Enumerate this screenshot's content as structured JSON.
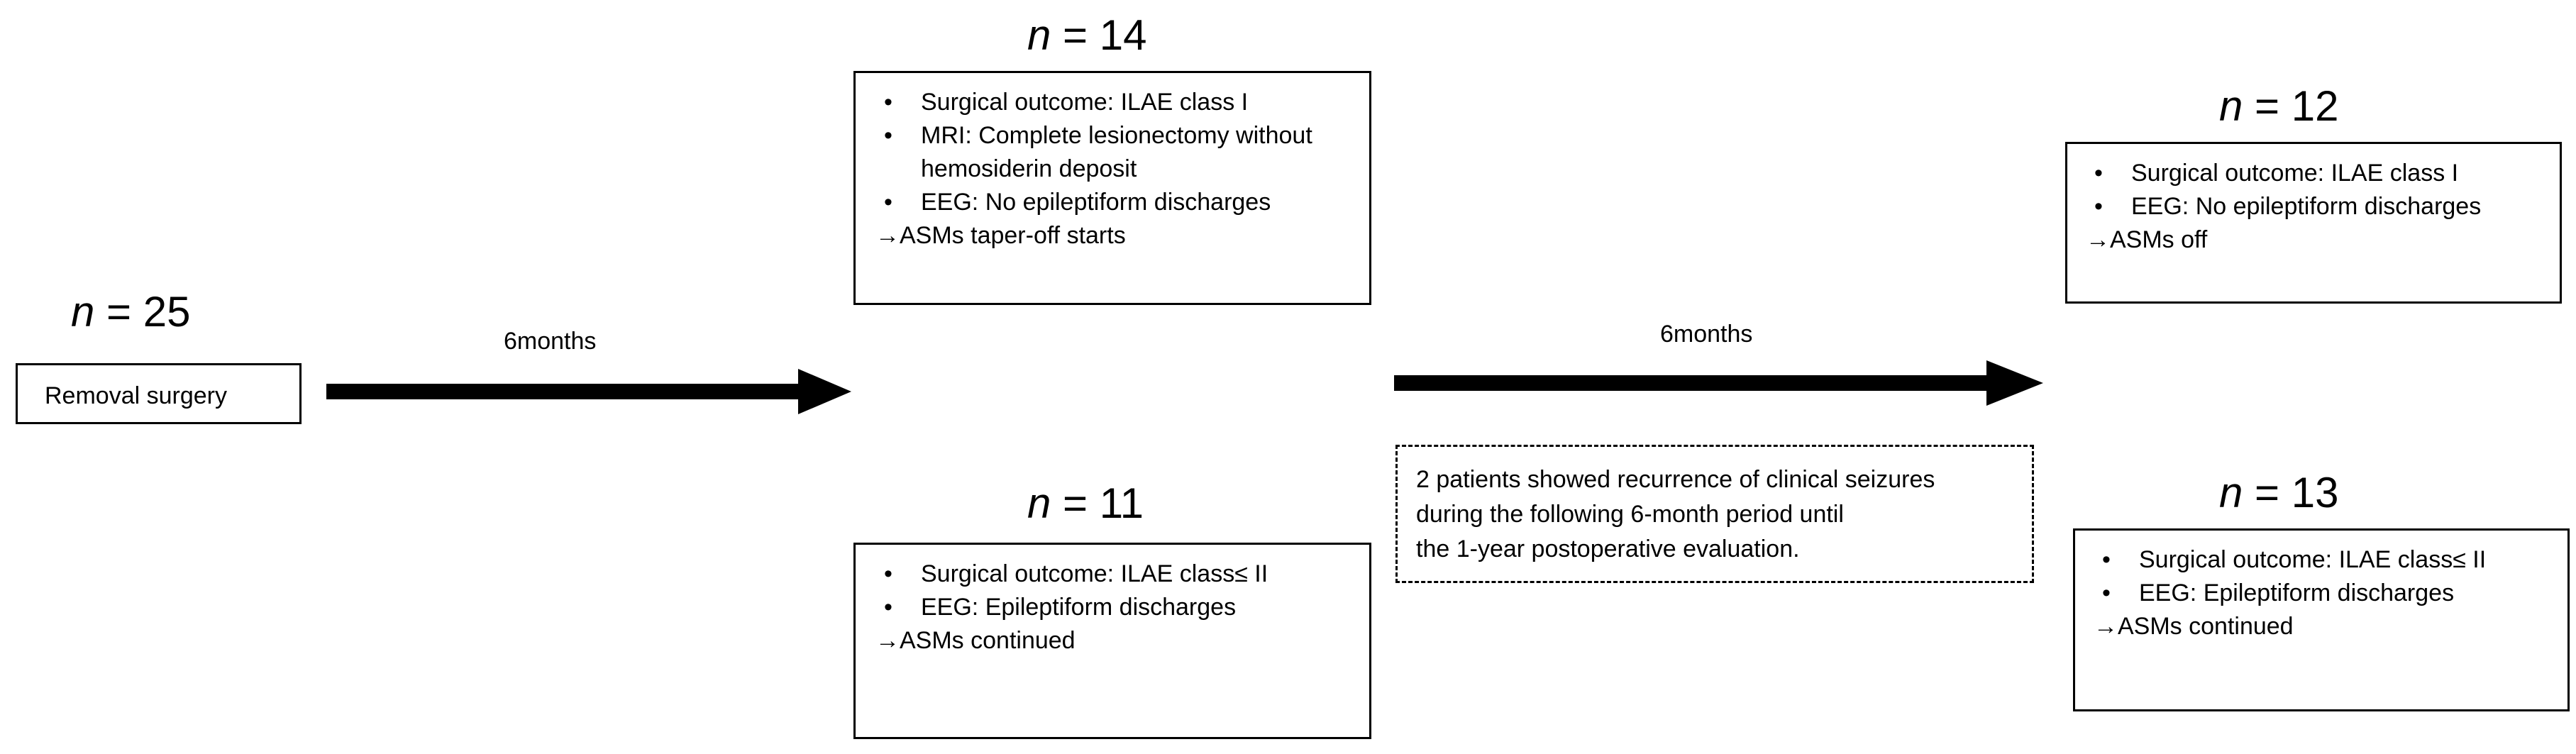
{
  "start": {
    "n_symbol": "n",
    "n_rest": " = 25",
    "label": "Removal surgery"
  },
  "arrow1": {
    "label": "6months"
  },
  "arrow2": {
    "label": "6months"
  },
  "group_taper": {
    "n_symbol": "n",
    "n_rest": " = 14",
    "items": [
      "Surgical outcome: ILAE class I",
      "MRI: Complete lesionectomy without hemosiderin deposit",
      "EEG: No epileptiform discharges"
    ],
    "result": "→ASMs taper-off starts"
  },
  "group_continue": {
    "n_symbol": "n",
    "n_rest": " = 11",
    "items": [
      "Surgical outcome: ILAE class≤ II",
      "EEG: Epileptiform discharges"
    ],
    "result": "→ASMs continued"
  },
  "recurrence_note": {
    "lines": [
      "2 patients showed recurrence of clinical seizures",
      "during the following 6-month period until",
      "the 1-year postoperative evaluation."
    ]
  },
  "final_off": {
    "n_symbol": "n",
    "n_rest": " = 12",
    "items": [
      "Surgical outcome: ILAE class I",
      "EEG: No epileptiform discharges"
    ],
    "result": "→ASMs off"
  },
  "final_continue": {
    "n_symbol": "n",
    "n_rest": " = 13",
    "items": [
      "Surgical outcome: ILAE class≤ II",
      "EEG: Epileptiform discharges"
    ],
    "result": "→ASMs continued"
  }
}
